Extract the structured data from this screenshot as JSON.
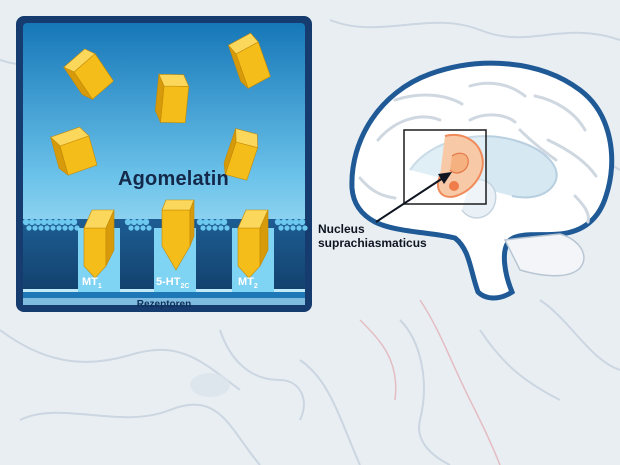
{
  "inset": {
    "compound_label": "Agomelatin",
    "receptors": [
      {
        "name": "MT",
        "sub": "1"
      },
      {
        "name": "5-HT",
        "sub": "2C"
      },
      {
        "name": "MT",
        "sub": "2"
      }
    ],
    "membrane_label": "Rezeptoren"
  },
  "brain": {
    "pointer_label_line1": "Nucleus",
    "pointer_label_line2": "suprachiasmaticus"
  },
  "colors": {
    "frame": "#163b6f",
    "sky_top": "#1677b8",
    "sky_bottom": "#bfe6f8",
    "crystal_face": "#f4bd1a",
    "crystal_dark": "#d69a0b",
    "brain_outline": "#1f5a96",
    "scn_highlight": "#f3a07a"
  }
}
